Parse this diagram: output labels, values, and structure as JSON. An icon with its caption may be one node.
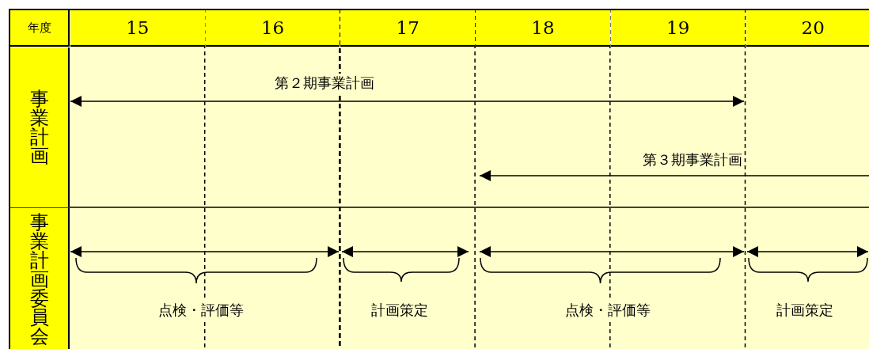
{
  "diagram": {
    "labels": [
      "年度",
      "15",
      "16",
      "17",
      "18",
      "19",
      "20",
      "事業計画",
      "第２期事業計画",
      "第３期事業計画",
      "事業計画委員会",
      "点検・評価等",
      "計画策定",
      "点検・評価等",
      "計画策定"
    ]
  }
}
